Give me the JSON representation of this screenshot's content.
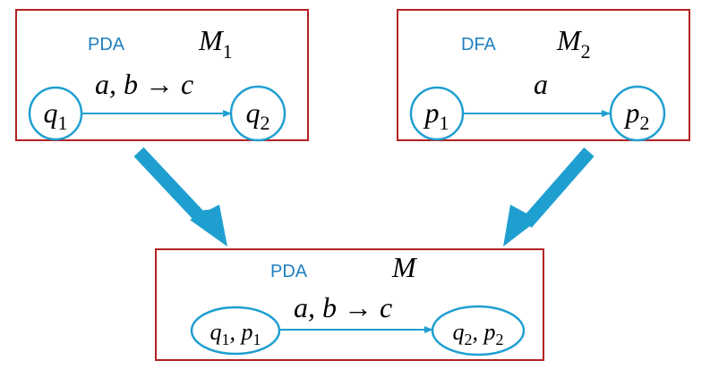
{
  "colors": {
    "box_border": "#b22222",
    "accent": "#1f9fd0",
    "type_label": "#1f7fbf",
    "text": "#000000"
  },
  "machines": {
    "m1": {
      "type_label": "PDA",
      "name": "M",
      "name_sub": "1",
      "states": [
        {
          "base": "q",
          "sub": "1"
        },
        {
          "base": "q",
          "sub": "2"
        }
      ],
      "transition": "a, b → c"
    },
    "m2": {
      "type_label": "DFA",
      "name": "M",
      "name_sub": "2",
      "states": [
        {
          "base": "p",
          "sub": "1"
        },
        {
          "base": "p",
          "sub": "2"
        }
      ],
      "transition": "a"
    },
    "m": {
      "type_label": "PDA",
      "name": "M",
      "states": [
        {
          "parts": [
            {
              "base": "q",
              "sub": "1"
            },
            {
              "base": "p",
              "sub": "1"
            }
          ]
        },
        {
          "parts": [
            {
              "base": "q",
              "sub": "2"
            },
            {
              "base": "p",
              "sub": "2"
            }
          ]
        }
      ],
      "transition": "a, b → c"
    }
  },
  "icons": {
    "arrow_left": "thick-arrow-down-right-icon",
    "arrow_right": "thick-arrow-down-left-icon"
  }
}
